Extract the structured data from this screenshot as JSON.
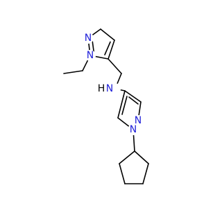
{
  "molecule": {
    "colors": {
      "bond": "#000000",
      "nitrogen": "#1f1fd9",
      "background": "#ffffff"
    },
    "atoms": {
      "n_top_pyrazole_n2": "N",
      "n_top_pyrazole_n1": "N",
      "n_amine": "N",
      "h_amine": "H",
      "n_bottom_pyrazole_n2": "N",
      "n_bottom_pyrazole_n1": "N"
    }
  }
}
